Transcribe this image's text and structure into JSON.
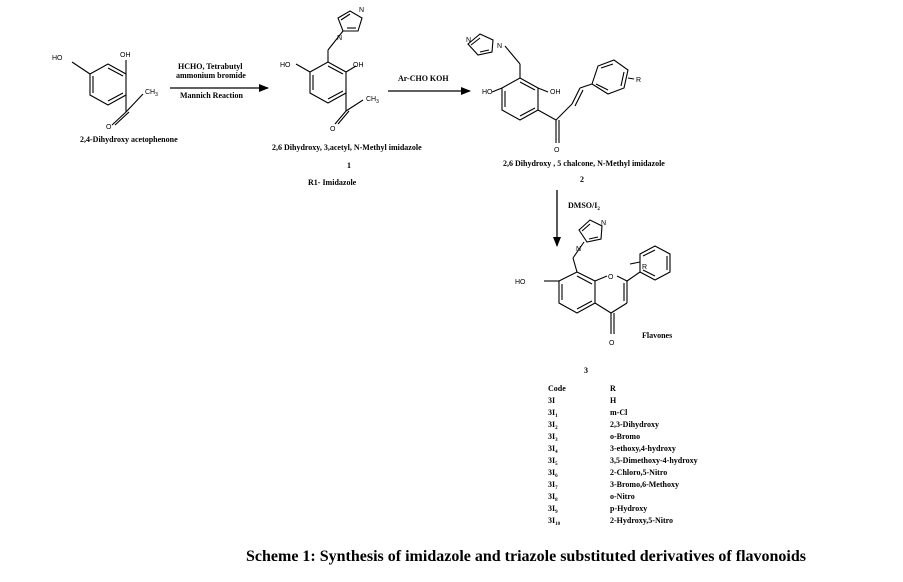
{
  "reactant": {
    "name": "2,4-Dihydroxy acetophenone",
    "atoms": {
      "ho": "HO",
      "oh": "OH",
      "ch3": "CH",
      "ch3_sub": "3"
    }
  },
  "step1": {
    "reagent_line1": "HCHO, Tetrabutyl",
    "reagent_line2": "ammonium bromide",
    "reagent_line3": "Mannich Reaction"
  },
  "compound1": {
    "name": "2,6 Dihydroxy, 3,acetyl, N-Methyl imidazole",
    "number": "1",
    "r1_label": "R1- Imidazole",
    "atoms": {
      "ho": "HO",
      "oh": "OH",
      "n_top": "N",
      "n_link": "N",
      "o": "O",
      "ch3": "CH",
      "ch3_sub": "3"
    }
  },
  "step2": {
    "reagent": "Ar-CHO KOH"
  },
  "compound2": {
    "name": "2,6 Dihydroxy , 5 chalcone, N-Methyl imidazole",
    "number": "2",
    "atoms": {
      "ho": "HO",
      "oh": "OH",
      "n_top": "N",
      "n_link": "N",
      "o": "O",
      "r": "R"
    }
  },
  "step3": {
    "reagent": "DMSO/I",
    "reagent_sub": "2"
  },
  "compound3": {
    "name": "Flavones",
    "number": "3",
    "atoms": {
      "ho": "HO",
      "o_ring": "O",
      "o_keto": "O",
      "n_top": "N",
      "n_link": "N",
      "r": "R"
    }
  },
  "table": {
    "headers": {
      "code": "Code",
      "r": "R"
    },
    "rows": [
      {
        "code": "3I",
        "sub": "",
        "r": "H"
      },
      {
        "code": "3I",
        "sub": "1",
        "r": "m-Cl"
      },
      {
        "code": "3I",
        "sub": "2",
        "r": "2,3-Dihydroxy"
      },
      {
        "code": "3I",
        "sub": "3",
        "r": "o-Bromo"
      },
      {
        "code": "3I",
        "sub": "4",
        "r": "3-ethoxy,4-hydroxy"
      },
      {
        "code": "3I",
        "sub": "5",
        "r": "3,5-Dimethoxy-4-hydroxy"
      },
      {
        "code": "3I",
        "sub": "6",
        "r": "2-Chloro,5-Nitro"
      },
      {
        "code": "3I",
        "sub": "7",
        "r": "3-Bromo,6-Methoxy"
      },
      {
        "code": "3I",
        "sub": "8",
        "r": "o-Nitro"
      },
      {
        "code": "3I",
        "sub": "9",
        "r": "p-Hydroxy"
      },
      {
        "code": "3I",
        "sub": "10",
        "r": "2-Hydroxy,5-Nitro"
      }
    ]
  },
  "caption": "Scheme 1: Synthesis of imidazole and triazole substituted derivatives of flavonoids"
}
